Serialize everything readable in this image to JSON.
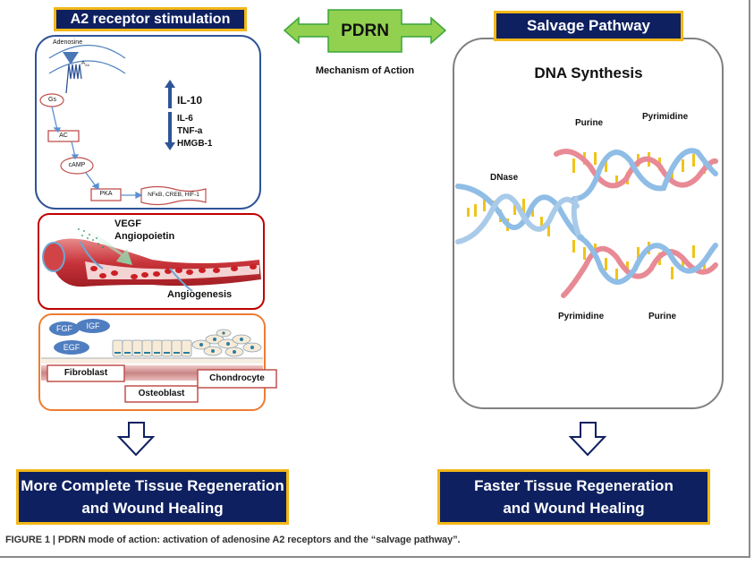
{
  "figure": {
    "caption": "FIGURE 1 | PDRN mode of action: activation of adenosine A2 receptors and the “salvage pathway”."
  },
  "center": {
    "pdrn_label": "PDRN",
    "mechanism_label": "Mechanism of Action",
    "arrow_color": "#92d050"
  },
  "left_panel": {
    "title": "A2 receptor stimulation",
    "signaling": {
      "ligand": "Adenosine",
      "receptor": "A2A",
      "gs": "Gs",
      "ac": "AC",
      "camp": "cAMP",
      "pka": "PKA",
      "targets": "NFκB, CREB, HIF-1",
      "up_cytokines": [
        "IL-10"
      ],
      "down_cytokines": [
        "IL-6",
        "TNF-a",
        "HMGB-1"
      ]
    },
    "angiogenesis": {
      "factors": [
        "VEGF",
        "Angiopoietin"
      ],
      "label": "Angiogenesis"
    },
    "growth": {
      "factors": [
        "FGF",
        "IGF",
        "EGF"
      ],
      "cells": [
        "Fibroblast",
        "Osteoblast",
        "Chondrocyte"
      ]
    },
    "result": "More Complete Tissue Regeneration and Wound Healing",
    "result_lines": [
      "More Complete Tissue Regeneration",
      "and Wound Healing"
    ]
  },
  "right_panel": {
    "title": "Salvage Pathway",
    "heading": "DNA Synthesis",
    "labels": {
      "dnase": "DNase",
      "purine_top": "Purine",
      "pyrimidine_top": "Pyrimidine",
      "pyrimidine_bottom": "Pyrimidine",
      "purine_bottom": "Purine"
    },
    "result": "Faster Tissue Regeneration and Wound Healing",
    "result_lines": [
      "Faster Tissue Regeneration",
      "and Wound Healing"
    ]
  },
  "colors": {
    "navy": "#0e2060",
    "gold_border": "#f3b718",
    "signal_box_border": "#2f5496",
    "angio_box_border": "#c00000",
    "growth_box_border": "#ed7d31",
    "salvage_box_border": "#7f7f7f"
  }
}
